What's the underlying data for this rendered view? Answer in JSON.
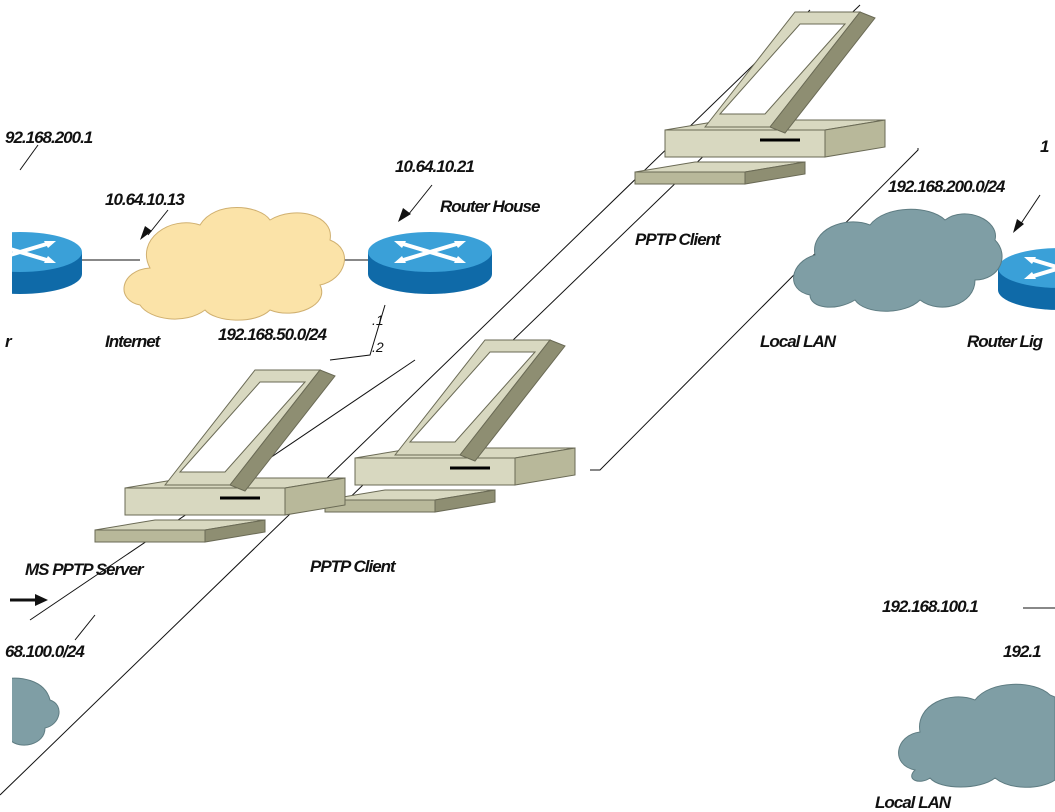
{
  "colors": {
    "router_top": "#3aa0d8",
    "router_side": "#0f6aa8",
    "internet_cloud": "#fbe3a8",
    "lan_cloud": "#7f9ea5",
    "pc_light": "#d8d8c0",
    "pc_mid": "#b8b89a",
    "pc_dark": "#8e8e72"
  },
  "icons": [
    "router-icon",
    "cloud-icon",
    "pc-icon"
  ],
  "labels": {
    "ip_left_router": "92.168.200.1",
    "ip_left_wan": "10.64.10.13",
    "router_left_partial": "r",
    "internet": "Internet",
    "ip_house_wan": "10.64.10.21",
    "router_house": "Router House",
    "subnet_house_lan": "192.168.50.0/24",
    "port_1": ".1",
    "port_2": ".2",
    "ms_pptp_server": "MS PPTP Server",
    "subnet_left_lower": "68.100.0/24",
    "pptp_client_top": "PPTP Client",
    "pptp_client_mid": "PPTP Client",
    "subnet_right": "192.168.200.0/24",
    "ip_right_edge": "1",
    "local_lan_right": "Local LAN",
    "router_light_partial": "Router Lig",
    "ip_192_168_100_1": "192.168.100.1",
    "ip_right_lower_partial": "192.1",
    "local_lan_bottom": "Local LAN"
  }
}
